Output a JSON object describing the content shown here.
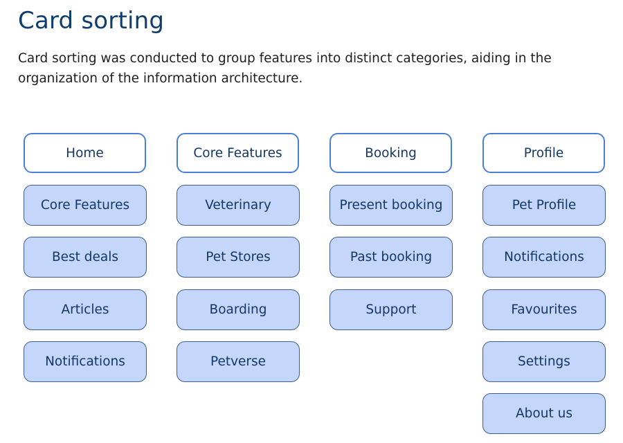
{
  "title": "Card sorting",
  "description": "Card sorting was conducted to group features into distinct categories, aiding in the organization of the information architecture.",
  "columns": [
    {
      "header": "Home",
      "items": [
        "Core Features",
        "Best deals",
        "Articles",
        "Notifications"
      ]
    },
    {
      "header": "Core Features",
      "items": [
        "Veterinary",
        "Pet Stores",
        "Boarding",
        "Petverse"
      ]
    },
    {
      "header": "Booking",
      "items": [
        "Present booking",
        "Past booking",
        "Support"
      ]
    },
    {
      "header": "Profile",
      "items": [
        "Pet Profile",
        "Notifications",
        "Favourites",
        "Settings",
        "About us"
      ]
    }
  ],
  "colors": {
    "title": "#0f3d6e",
    "header_border": "#4a7fd8",
    "card_fill": "#c4d6fa",
    "card_border": "#3f5c8e",
    "card_text": "#133864"
  }
}
